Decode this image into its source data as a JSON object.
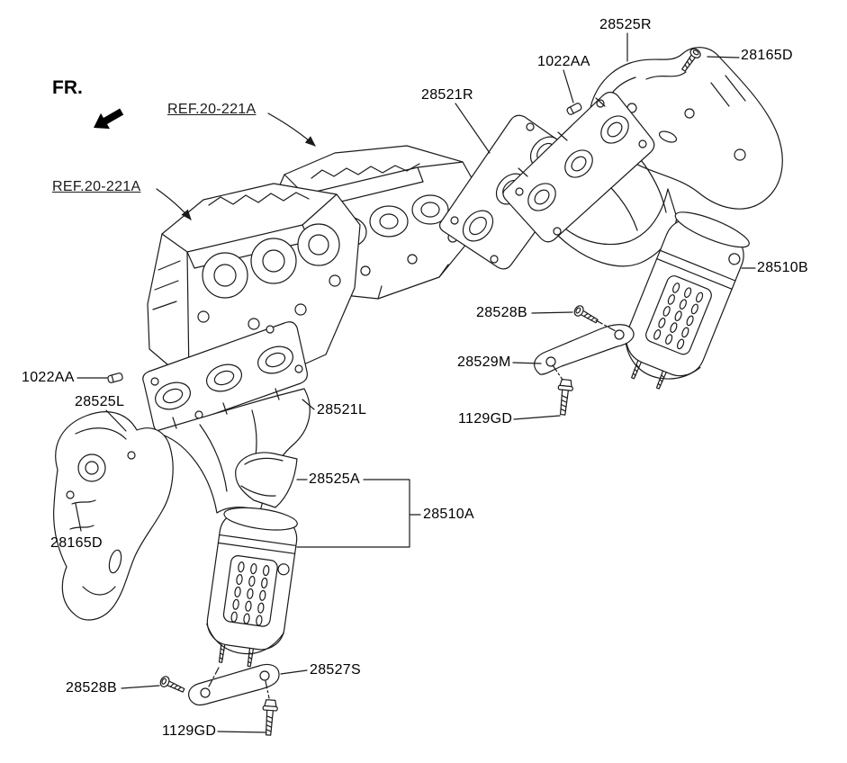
{
  "diagram": {
    "direction_indicator": "FR.",
    "reference_links": {
      "upper": "REF.20-221A",
      "lower": "REF.20-221A"
    },
    "callouts": {
      "28525R": "28525R",
      "1022AA": "1022AA",
      "28165D": "28165D",
      "28521R": "28521R",
      "28510B": "28510B",
      "28528B": "28528B",
      "28529M": "28529M",
      "1129GD": "1129GD",
      "28525L": "28525L",
      "28521L": "28521L",
      "28525A": "28525A",
      "28510A": "28510A",
      "28527S": "28527S"
    },
    "colors": {
      "line": "#1a1a1a",
      "background": "#ffffff"
    }
  }
}
